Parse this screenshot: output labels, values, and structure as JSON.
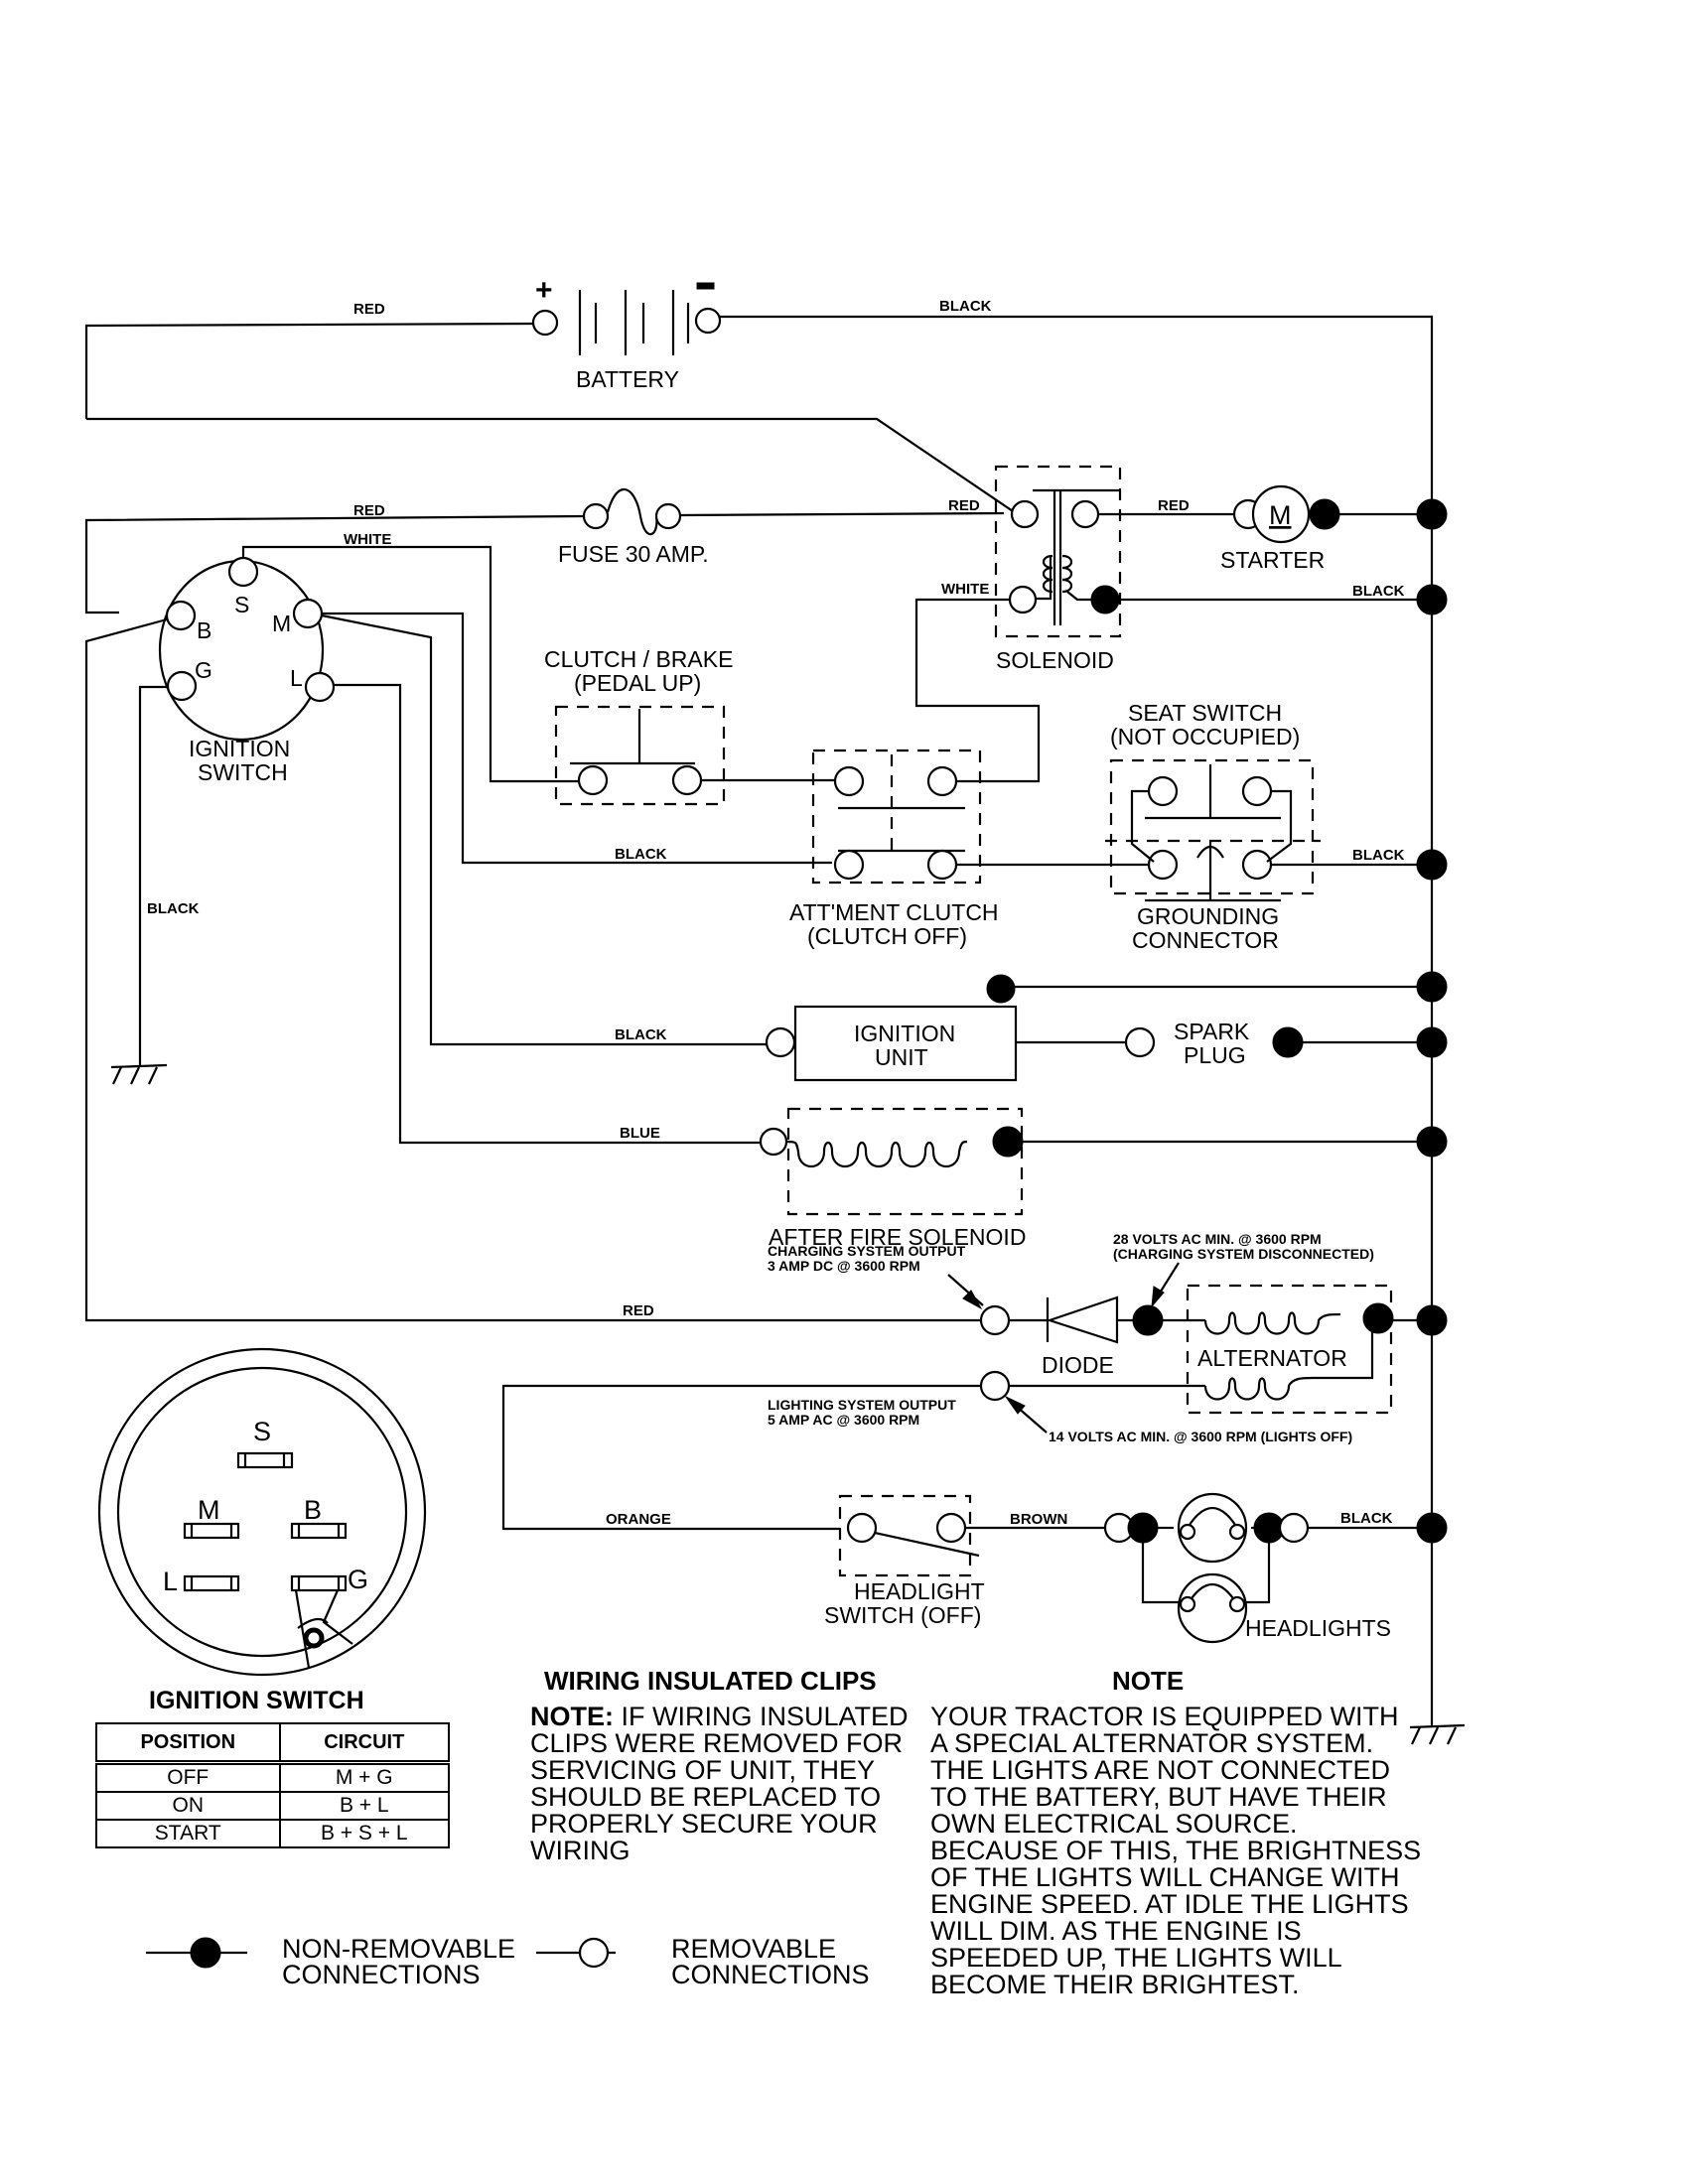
{
  "wires": {
    "battery_pos": "RED",
    "battery_neg": "BLACK",
    "fuse_in": "RED",
    "ign_s": "WHITE",
    "solenoid_in": "RED",
    "solenoid_coil": "WHITE",
    "starter": "RED",
    "solenoid_gnd": "BLACK",
    "att_clutch": "BLACK",
    "seat_gnd": "BLACK",
    "ign_g_ground": "BLACK",
    "ignition_unit": "BLACK",
    "after_fire": "BLUE",
    "charging": "RED",
    "lighting": "ORANGE",
    "headlight_out": "BROWN",
    "headlight_gnd": "BLACK"
  },
  "components": {
    "battery": "BATTERY",
    "battery_plus": "+",
    "battery_minus": "−",
    "fuse": "FUSE 30 AMP.",
    "solenoid": "SOLENOID",
    "starter": "STARTER",
    "starter_motor": "M",
    "ignition_switch_l1": "IGNITION",
    "ignition_switch_l2": "SWITCH",
    "terminals": {
      "s": "S",
      "b": "B",
      "m": "M",
      "g": "G",
      "l": "L"
    },
    "clutch_brake_l1": "CLUTCH / BRAKE",
    "clutch_brake_l2": "(PEDAL UP)",
    "att_clutch_l1": "ATT'MENT CLUTCH",
    "att_clutch_l2": "(CLUTCH OFF)",
    "seat_switch_l1": "SEAT SWITCH",
    "seat_switch_l2": "(NOT OCCUPIED)",
    "grounding_l1": "GROUNDING",
    "grounding_l2": "CONNECTOR",
    "ignition_unit_l1": "IGNITION",
    "ignition_unit_l2": "UNIT",
    "spark_plug_l1": "SPARK",
    "spark_plug_l2": "PLUG",
    "after_fire": "AFTER FIRE SOLENOID",
    "diode": "DIODE",
    "alternator": "ALTERNATOR",
    "headlight_switch_l1": "HEADLIGHT",
    "headlight_switch_l2": "SWITCH (OFF)",
    "headlights": "HEADLIGHTS"
  },
  "annotations": {
    "charging_l1": "CHARGING SYSTEM OUTPUT",
    "charging_l2": "3 AMP DC @ 3600 RPM",
    "volts28_l1": "28 VOLTS AC MIN. @ 3600 RPM",
    "volts28_l2": "(CHARGING SYSTEM DISCONNECTED)",
    "lighting_l1": "LIGHTING SYSTEM OUTPUT",
    "lighting_l2": "5 AMP AC @ 3600 RPM",
    "volts14": "14 VOLTS AC MIN. @ 3600 RPM (LIGHTS OFF)"
  },
  "switch_face": {
    "s": "S",
    "m": "M",
    "b": "B",
    "l": "L",
    "g": "G"
  },
  "ignition_table": {
    "title": "IGNITION SWITCH",
    "headers": [
      "POSITION",
      "CIRCUIT"
    ],
    "rows": [
      [
        "OFF",
        "M + G"
      ],
      [
        "ON",
        "B + L"
      ],
      [
        "START",
        "B + S + L"
      ]
    ]
  },
  "clips": {
    "title": "WIRING INSULATED CLIPS",
    "note_label": "NOTE:",
    "note_lines": [
      " IF WIRING INSULATED",
      "CLIPS WERE REMOVED FOR",
      "SERVICING OF UNIT, THEY",
      "SHOULD BE REPLACED TO",
      "PROPERLY SECURE YOUR",
      "WIRING"
    ]
  },
  "note": {
    "title": "NOTE",
    "lines": [
      "YOUR TRACTOR IS EQUIPPED WITH",
      "A SPECIAL ALTERNATOR SYSTEM.",
      "THE LIGHTS ARE NOT CONNECTED",
      "TO  THE BATTERY, BUT HAVE THEIR",
      "OWN ELECTRICAL SOURCE.",
      "BECAUSE OF THIS, THE BRIGHTNESS",
      "OF THE LIGHTS WILL CHANGE WITH",
      "ENGINE SPEED.  AT IDLE THE LIGHTS",
      "WILL DIM.  AS THE ENGINE IS",
      "SPEEDED UP, THE LIGHTS WILL",
      "BECOME THEIR BRIGHTEST."
    ]
  },
  "legend": {
    "nonremovable_l1": "NON-REMOVABLE",
    "nonremovable_l2": "CONNECTIONS",
    "removable_l1": "REMOVABLE",
    "removable_l2": "CONNECTIONS"
  }
}
